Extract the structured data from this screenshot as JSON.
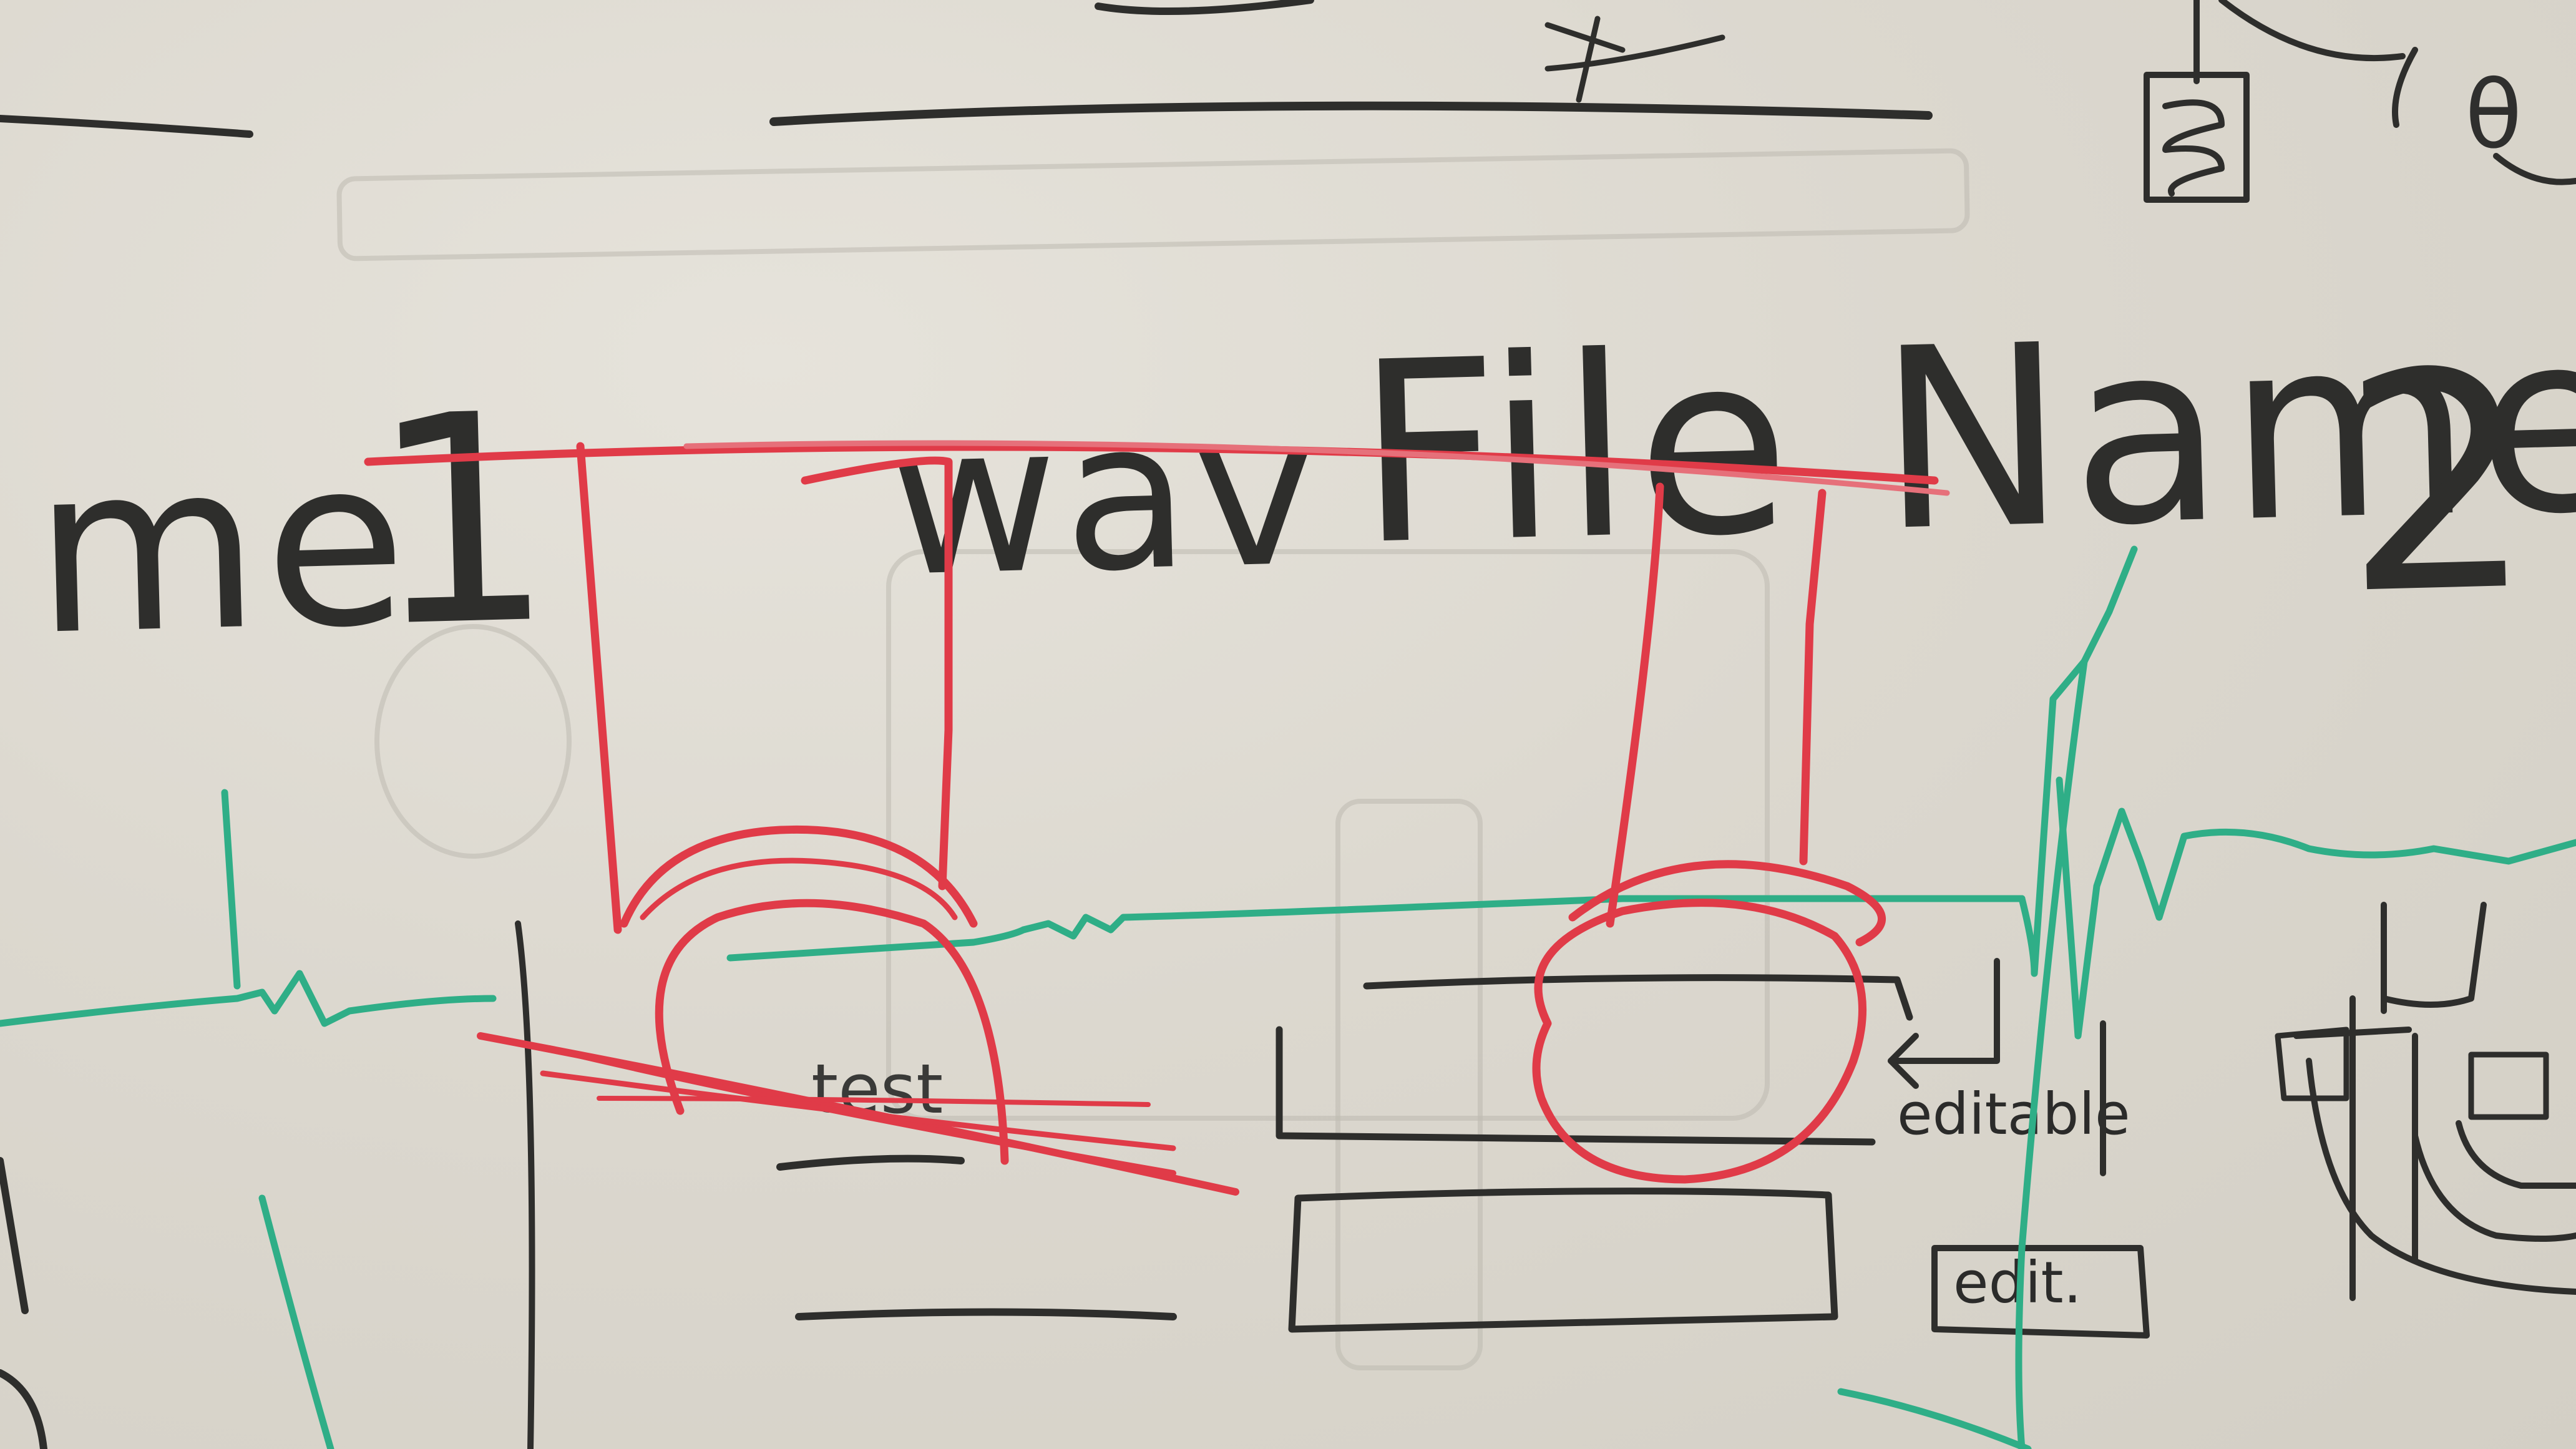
{
  "whiteboard": {
    "texts": {
      "left_fragment": "me",
      "number_one": "1",
      "wav": "wav",
      "file_name": "File Name",
      "number_two": "2",
      "editable_label": "editable",
      "edit_label": "edit.",
      "test_label": "test",
      "theta": "θ"
    },
    "marker_colors": {
      "black": "#2e2e2c",
      "red": "#e03b48",
      "green": "#2fae87",
      "board": "#ddd9d0"
    }
  }
}
